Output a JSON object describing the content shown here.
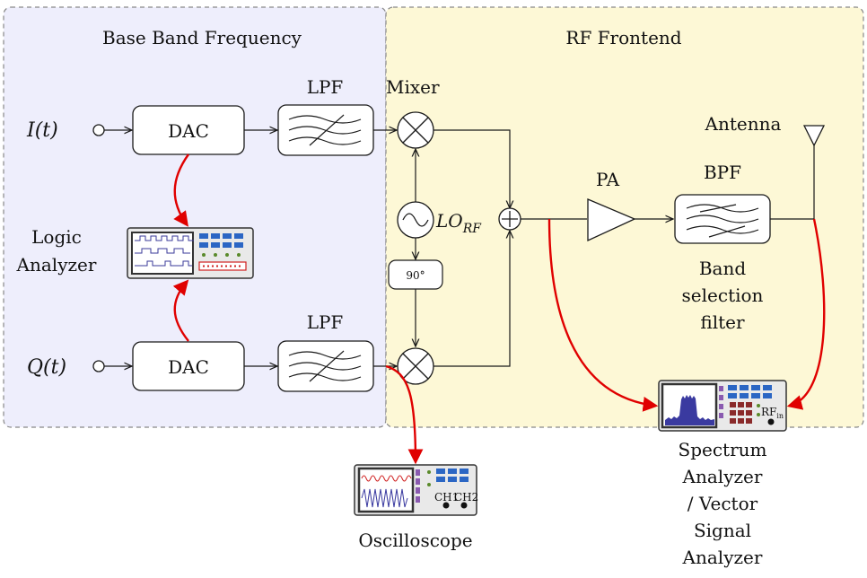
{
  "regions": {
    "baseband": {
      "title": "Base Band Frequency",
      "fill": "#eeeefc"
    },
    "rf": {
      "title": "RF Frontend",
      "fill": "#fdf8d6"
    }
  },
  "inputs": {
    "i": "I(t)",
    "q": "Q(t)"
  },
  "blocks": {
    "dac_i": "DAC",
    "dac_q": "DAC",
    "lpf_i_label": "LPF",
    "lpf_q_label": "LPF",
    "mixer_label": "Mixer",
    "lo_label": "LO",
    "lo_sub": "RF",
    "phase": "90°",
    "pa": "PA",
    "bpf": "BPF",
    "bpf_desc": [
      "Band",
      "selection",
      "filter"
    ],
    "antenna": "Antenna"
  },
  "instruments": {
    "logic": {
      "label": [
        "Logic",
        "Analyzer"
      ]
    },
    "scope": {
      "label": "Oscilloscope",
      "ch1": "CH1",
      "ch2": "CH2"
    },
    "spectrum": {
      "label": [
        "Spectrum",
        "Analyzer",
        "/ Vector",
        "Signal",
        "Analyzer"
      ],
      "port": "RF",
      "port_sub": "in"
    }
  },
  "colors": {
    "probe": "#e00000",
    "line": "#1a1a1a",
    "region_border": "#888888"
  }
}
